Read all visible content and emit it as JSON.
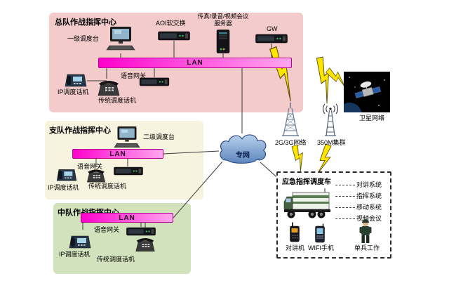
{
  "diagram": {
    "hq": {
      "title": "总队作战指挥中心",
      "console": "一级调度台",
      "softswitch": "AOI软交换",
      "media_server": "传真/录音/视频会议\n服务器",
      "gateway": "GW",
      "lan": "LAN",
      "voice_gateway": "语音网关",
      "ip_phone": "IP调度话机",
      "legacy_phone": "传统调度话机"
    },
    "detachment": {
      "title": "支队作战指挥中心",
      "console": "二级调度台",
      "lan": "LAN",
      "voice_gateway": "语音网关",
      "ip_phone": "IP调度话机",
      "legacy_phone": "传统调度话机"
    },
    "squadron": {
      "title": "中队作战指挥中心",
      "lan": "LAN",
      "voice_gateway": "语音网关",
      "ip_phone": "IP调度话机",
      "legacy_phone": "传统调度话机"
    },
    "wan": {
      "cloud": "专网",
      "cellular": "2G/3G网络",
      "trunking": "350M集群",
      "satellite": "卫星网络"
    },
    "vehicle": {
      "title": "应急指挥调度车",
      "systems": [
        "对讲系统",
        "指挥系统",
        "移动系统",
        "视频会议"
      ],
      "radio": "对讲机",
      "wifi_phone": "WIFI手机",
      "soldier": "单兵工作"
    }
  },
  "colors": {
    "hq_zone": "#f3cbcb",
    "detachment_zone": "#f7f3df",
    "squadron_zone": "#d2e2bc",
    "lan_bar_start": "#ff00cc",
    "lan_bar_end": "#ffa6ee",
    "cloud_fill": "#6f96c8",
    "lightning": "#ffe600"
  },
  "icon_names": [
    "dispatch-console-icon",
    "rack-switch-icon",
    "server-tower-icon",
    "gateway-icon",
    "ip-phone-icon",
    "desk-phone-icon",
    "network-cloud-icon",
    "cell-tower-icon",
    "trunking-antenna-icon",
    "satellite-icon",
    "lightning-bolt-icon",
    "command-vehicle-icon",
    "walkie-talkie-icon",
    "wifi-handset-icon",
    "soldier-icon"
  ]
}
